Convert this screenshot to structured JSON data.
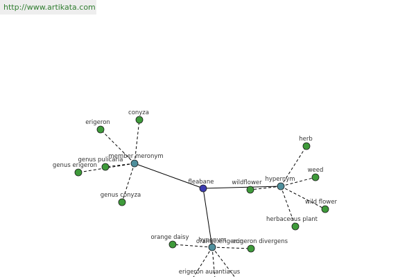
{
  "header": {
    "source_url": "http://www.artikata.com"
  },
  "colors": {
    "root": "#3b3bb0",
    "relation": "#4f8f9c",
    "leaf": "#3e9a3a",
    "stroke": "#1a1a1a"
  },
  "graph": {
    "root": "fleabane",
    "relations": [
      {
        "label": "member meronym",
        "terms": [
          "erigeron",
          "conyza",
          "genus pulicaria",
          "genus erigeron",
          "genus conyza"
        ]
      },
      {
        "label": "hypernym",
        "terms": [
          "herb",
          "weed",
          "wildflower",
          "wild flower",
          "herbaceous plant"
        ]
      },
      {
        "label": "hyponym",
        "terms": [
          "orange daisy",
          "orange erigeron",
          "erigeron divergens",
          "erigeron aurantiacus"
        ]
      }
    ]
  }
}
